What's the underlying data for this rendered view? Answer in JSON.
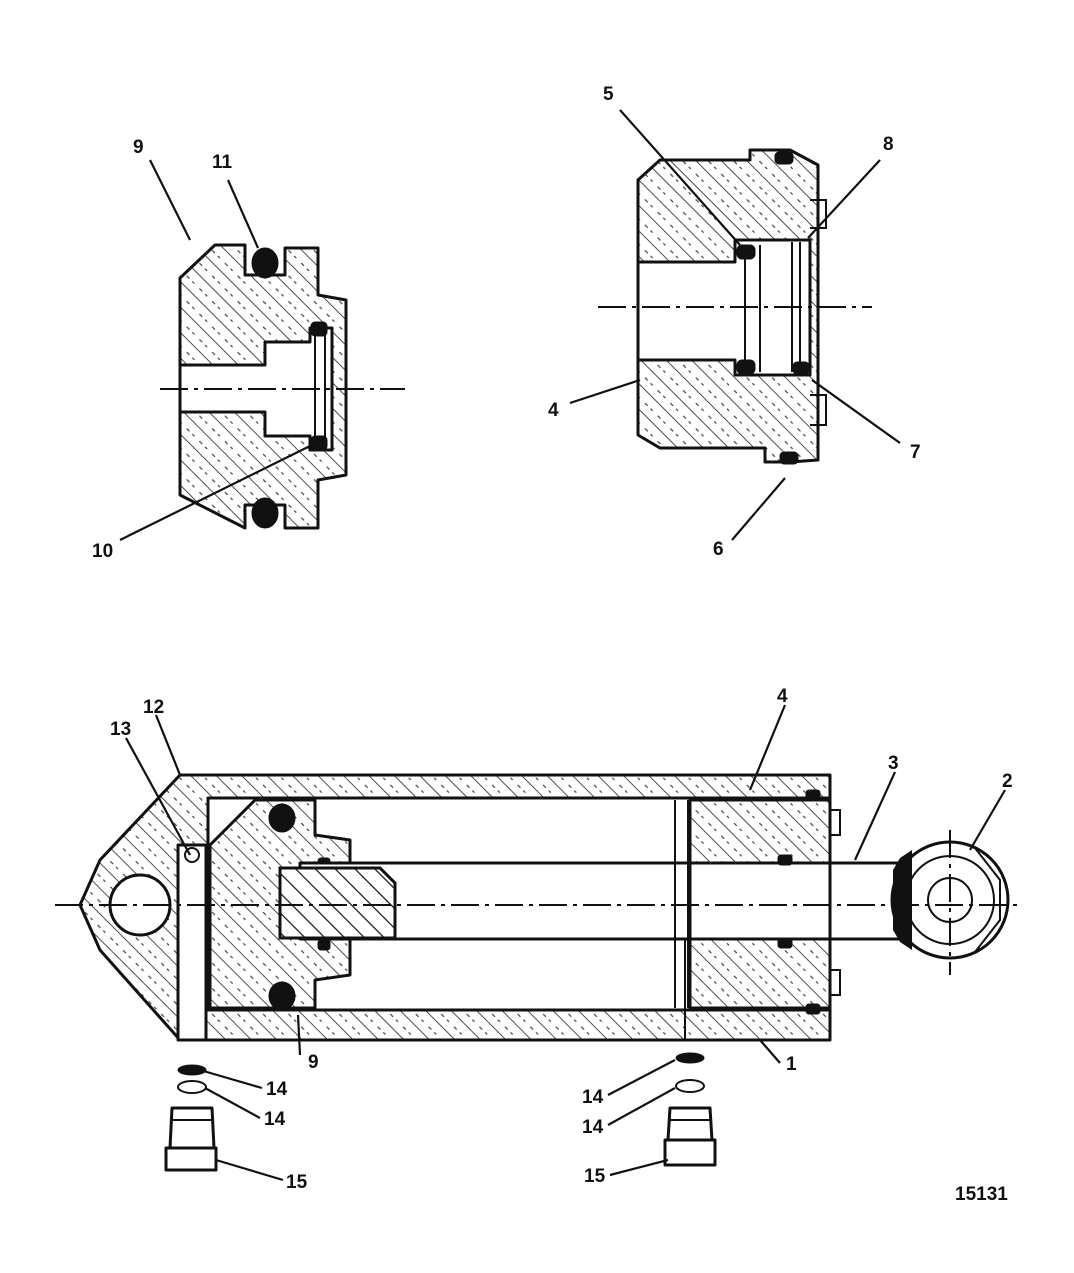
{
  "figure_number": "15131",
  "colors": {
    "line": "#111111",
    "background": "#ffffff"
  },
  "callouts": {
    "c1": "1",
    "c2": "2",
    "c3": "3",
    "c4_top": "4",
    "c4_bottom": "4",
    "c5": "5",
    "c6": "6",
    "c7": "7",
    "c8": "8",
    "c9_top": "9",
    "c9_bottom": "9",
    "c10": "10",
    "c11": "11",
    "c12": "12",
    "c13": "13",
    "c14_a": "14",
    "c14_b": "14",
    "c14_c": "14",
    "c14_d": "14",
    "c15_a": "15",
    "c15_b": "15"
  }
}
